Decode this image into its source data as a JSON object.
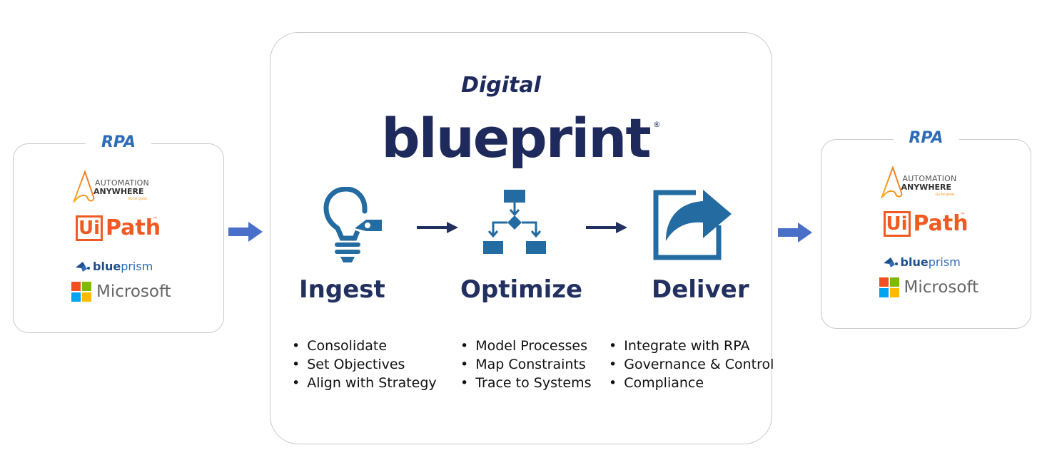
{
  "left_panel": {
    "title": "RPA",
    "logos": {
      "automation_anywhere": {
        "line1": "AUTOMATION",
        "line2": "ANYWHERE",
        "tagline": "Go be great."
      },
      "uipath": {
        "box": "Ui",
        "text": "Path",
        "tm": "™"
      },
      "blueprism": {
        "bold": "blue",
        "light": "prism"
      },
      "microsoft": {
        "text": "Microsoft"
      }
    }
  },
  "right_panel": {
    "title": "RPA",
    "logos": {
      "automation_anywhere": {
        "line1": "AUTOMATION",
        "line2": "ANYWHERE",
        "tagline": "Go be great."
      },
      "uipath": {
        "box": "Ui",
        "text": "Path",
        "tm": "™"
      },
      "blueprism": {
        "bold": "blue",
        "light": "prism"
      },
      "microsoft": {
        "text": "Microsoft"
      }
    }
  },
  "brand": {
    "line1": "Digital",
    "line2": "blueprint",
    "registered": "®"
  },
  "stages": [
    {
      "label": "Ingest",
      "icon": "lightbulb-tag-icon",
      "bullets": [
        "Consolidate",
        "Set Objectives",
        "Align with Strategy"
      ]
    },
    {
      "label": "Optimize",
      "icon": "flowchart-icon",
      "bullets": [
        "Model Processes",
        "Map Constraints",
        "Trace to Systems"
      ]
    },
    {
      "label": "Deliver",
      "icon": "share-export-icon",
      "bullets": [
        "Integrate with RPA",
        "Governance & Control",
        "Compliance"
      ]
    }
  ],
  "colors": {
    "brand_navy": "#1f2a5c",
    "icon_blue": "#236ba1",
    "rpa_title": "#2e6cb8",
    "flow_arrow": "#4a6fc9",
    "uipath_orange": "#f05a22"
  }
}
